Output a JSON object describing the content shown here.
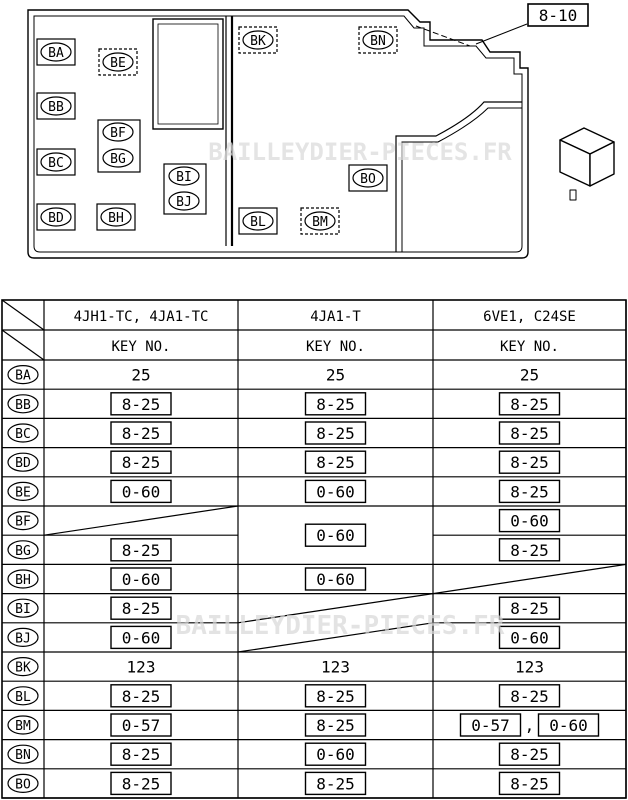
{
  "diagram": {
    "ref_label": "8-10",
    "watermark": "BAILLEYDIER-PIECES.FR",
    "positions": [
      "BA",
      "BB",
      "BC",
      "BD",
      "BE",
      "BF",
      "BG",
      "BH",
      "BI",
      "BJ",
      "BK",
      "BL",
      "BM",
      "BN",
      "BO"
    ]
  },
  "table": {
    "columns": [
      {
        "engine": "4JH1-TC, 4JA1-TC",
        "key_label": "KEY NO."
      },
      {
        "engine": "4JA1-T",
        "key_label": "KEY NO."
      },
      {
        "engine": "6VE1, C24SE",
        "key_label": "KEY NO."
      }
    ],
    "rows": [
      {
        "code": "BA",
        "values": [
          "25",
          "25",
          "25"
        ]
      },
      {
        "code": "BB",
        "values": [
          "8-25",
          "8-25",
          "8-25"
        ]
      },
      {
        "code": "BC",
        "values": [
          "8-25",
          "8-25",
          "8-25"
        ]
      },
      {
        "code": "BD",
        "values": [
          "8-25",
          "8-25",
          "8-25"
        ]
      },
      {
        "code": "BE",
        "values": [
          "0-60",
          "0-60",
          "8-25"
        ]
      },
      {
        "code": "BF",
        "values": [
          "",
          "0-60",
          "0-60"
        ]
      },
      {
        "code": "BG",
        "values": [
          "8-25",
          "",
          "8-25"
        ]
      },
      {
        "code": "BH",
        "values": [
          "0-60",
          "0-60",
          ""
        ]
      },
      {
        "code": "BI",
        "values": [
          "8-25",
          "",
          "8-25"
        ]
      },
      {
        "code": "BJ",
        "values": [
          "0-60",
          "",
          "0-60"
        ]
      },
      {
        "code": "BK",
        "values": [
          "123",
          "123",
          "123"
        ]
      },
      {
        "code": "BL",
        "values": [
          "8-25",
          "8-25",
          "8-25"
        ]
      },
      {
        "code": "BM",
        "values": [
          "0-57",
          "8-25",
          "0-57, 0-60"
        ]
      },
      {
        "code": "BN",
        "values": [
          "8-25",
          "0-60",
          "8-25"
        ]
      },
      {
        "code": "BO",
        "values": [
          "8-25",
          "8-25",
          "8-25"
        ]
      }
    ]
  }
}
